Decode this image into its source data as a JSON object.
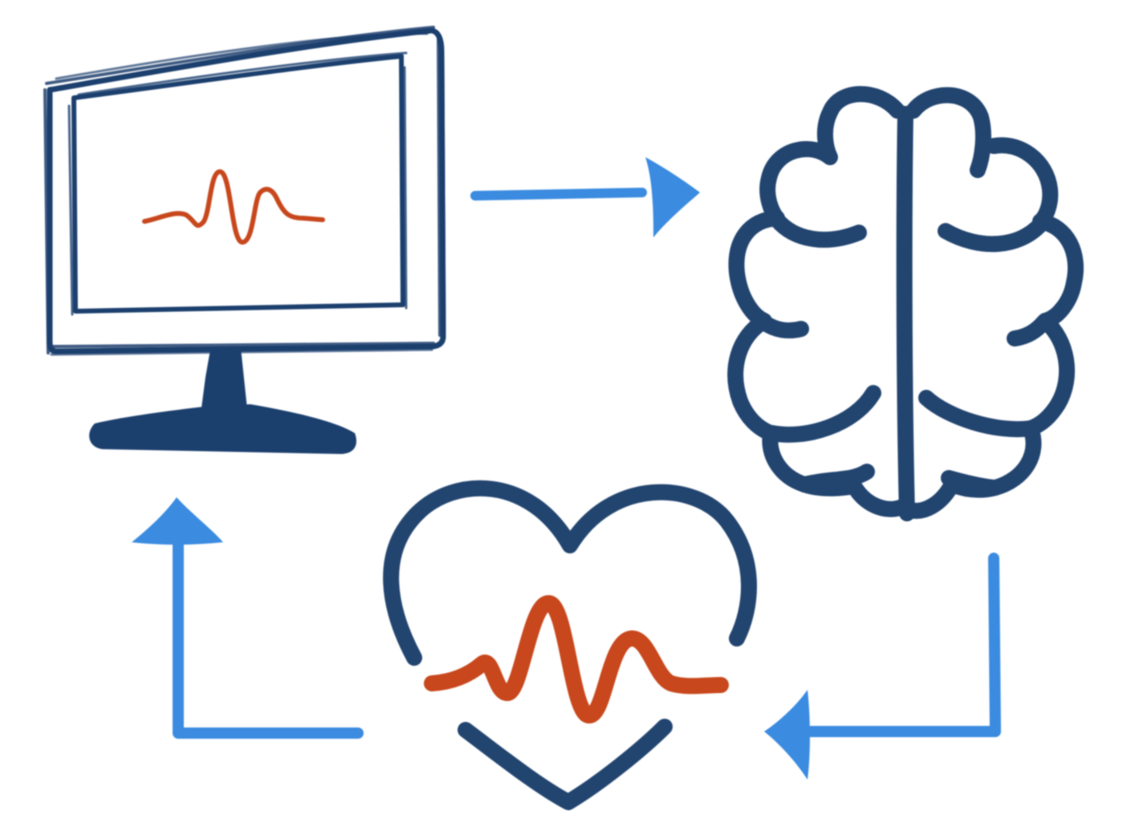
{
  "colors": {
    "background": "#ffffff",
    "outline": "#21446f",
    "monitor_outline": "#1d3f6e",
    "arrow": "#3a8be0",
    "waveform": "#c8471d"
  },
  "diagram": {
    "style": "hand-drawn cycle",
    "nodes": [
      {
        "id": "monitor",
        "icon": "monitor-icon",
        "contains": "waveform-icon"
      },
      {
        "id": "brain",
        "icon": "brain-icon"
      },
      {
        "id": "heart",
        "icon": "heart-icon",
        "contains": "heartbeat-waveform-icon"
      }
    ],
    "edges": [
      {
        "from": "monitor",
        "to": "brain",
        "icon": "arrow-right-icon"
      },
      {
        "from": "brain",
        "to": "heart",
        "icon": "arrow-elbow-down-left-icon"
      },
      {
        "from": "heart",
        "to": "monitor",
        "icon": "arrow-elbow-left-up-icon"
      }
    ]
  }
}
